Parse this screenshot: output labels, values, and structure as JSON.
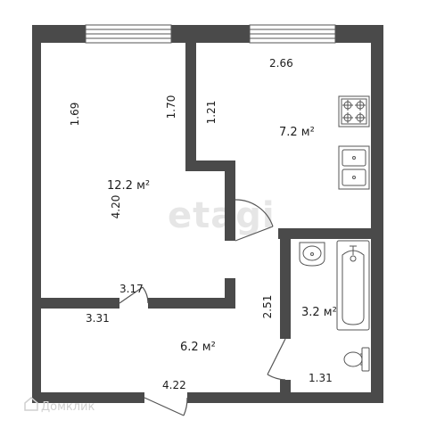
{
  "rooms": {
    "living": {
      "area": "12.2 м²",
      "dim_top_left": "1.69",
      "dim_top_right": "1.70",
      "dim_vertical": "4.20",
      "dim_door": "3.17"
    },
    "kitchen": {
      "area": "7.2 м²",
      "dim_top": "2.66",
      "dim_left": "1.21"
    },
    "hall": {
      "area": "6.2 м²",
      "dim_left": "3.31",
      "dim_bottom": "4.22"
    },
    "bathroom": {
      "area": "3.2 м²",
      "dim_left": "2.51",
      "dim_bottom": "1.31"
    }
  },
  "watermark": "etagi",
  "brand": "Домклик",
  "colors": {
    "wall": "#4a4a4a",
    "window": "#dcdcdc",
    "line": "#555555"
  }
}
